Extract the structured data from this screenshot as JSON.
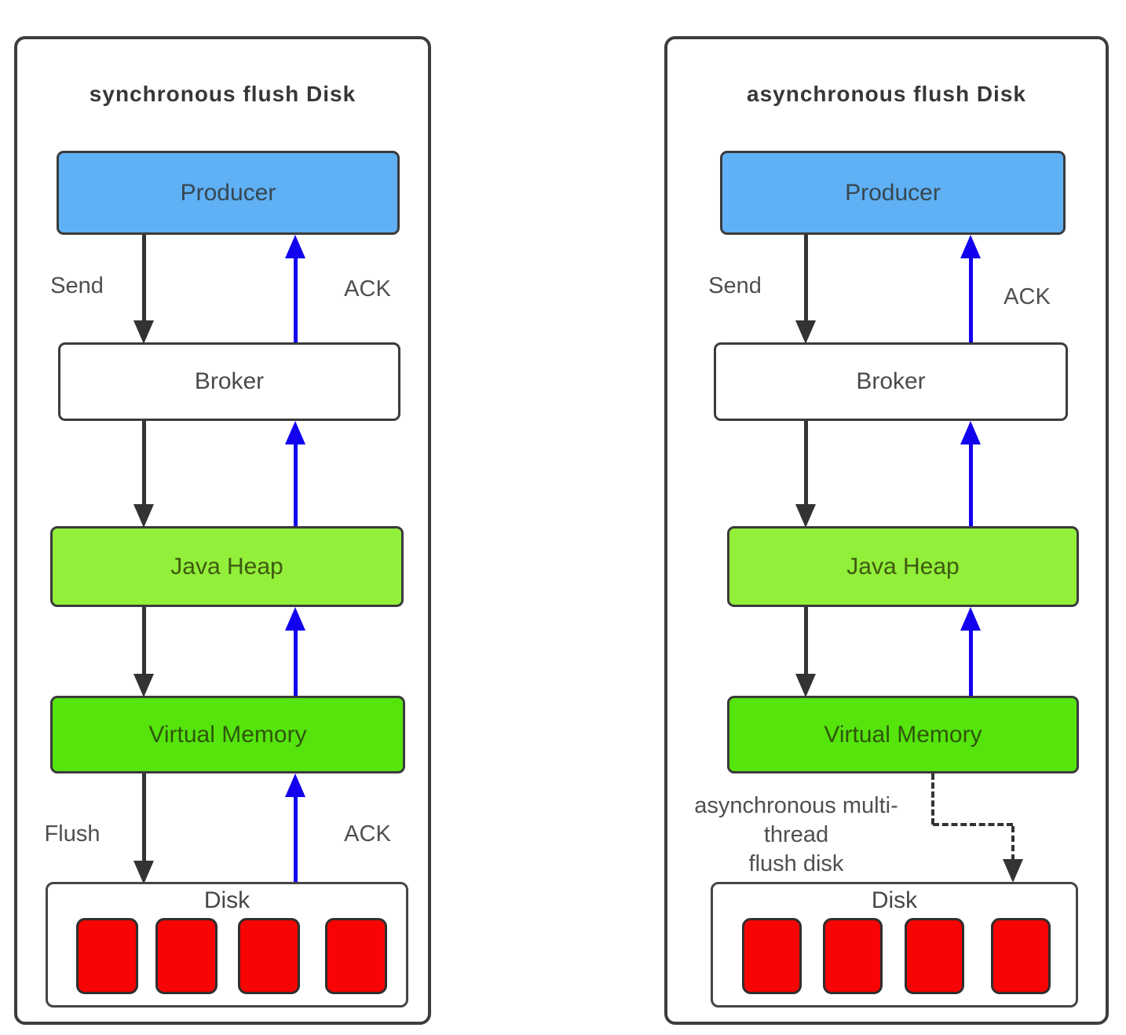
{
  "colors": {
    "producer_fill": "#5fb0f5",
    "broker_fill": "#ffffff",
    "java_heap_fill": "#92ef3a",
    "virtual_memory_fill": "#55e50d",
    "disk_block_fill": "#f90404",
    "flow_arrow": "#333333",
    "ack_arrow": "#1200ee",
    "box_border": "#3b3b3b"
  },
  "panels": [
    {
      "title": "synchronous flush Disk",
      "nodes": {
        "producer": "Producer",
        "broker": "Broker",
        "java_heap": "Java Heap",
        "virtual_memory": "Virtual Memory",
        "disk": "Disk"
      },
      "edge_labels": {
        "send": "Send",
        "ack_top": "ACK",
        "flush": "Flush",
        "ack_bottom": "ACK"
      }
    },
    {
      "title": "asynchronous flush Disk",
      "nodes": {
        "producer": "Producer",
        "broker": "Broker",
        "java_heap": "Java Heap",
        "virtual_memory": "Virtual Memory",
        "disk": "Disk"
      },
      "edge_labels": {
        "send": "Send",
        "ack_top": "ACK"
      },
      "note_lines": [
        "asynchronous multi-",
        "thread",
        "flush disk"
      ]
    }
  ]
}
